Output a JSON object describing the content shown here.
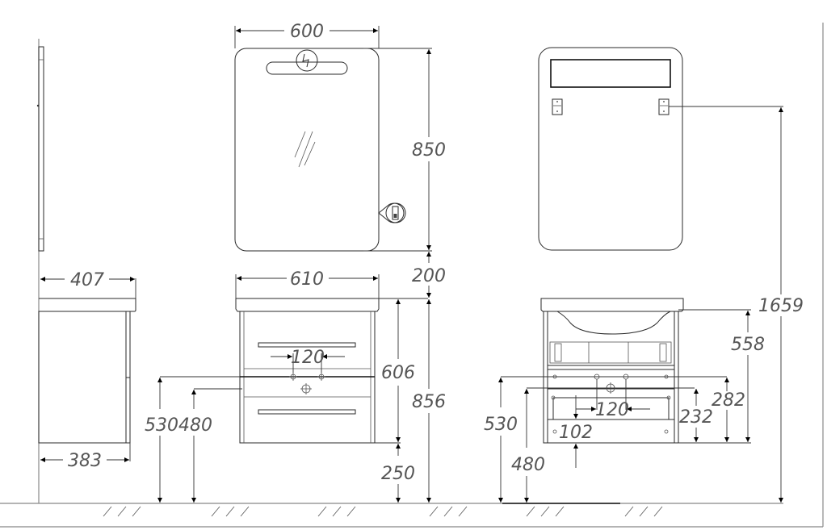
{
  "drawing": {
    "title": "Mirror cabinet and vanity unit technical drawing",
    "colors": {
      "line": "#2a2a2a",
      "dimension_text": "#555555",
      "frame": "#888888",
      "background": "#ffffff"
    },
    "mirror_front": {
      "width": "600",
      "height": "850",
      "offset_to_vanity": "200",
      "icons": [
        "electric-bolt-icon",
        "mirror-glass-icon",
        "switch-icon"
      ]
    },
    "mirror_back": {
      "height_from_floor": "1659",
      "icons": [
        "wall-bracket-icon",
        "wall-bracket-icon"
      ]
    },
    "side_view": {
      "top_depth": "407",
      "base_depth": "383",
      "height_530": "530",
      "height_480": "480"
    },
    "vanity_front": {
      "width": "610",
      "drain_spacing": "120",
      "cabinet_height": "606",
      "total_height": "856",
      "floor_clearance": "250"
    },
    "vanity_back": {
      "height_530": "530",
      "height_480": "480",
      "drain_spacing": "120",
      "dim_102": "102",
      "dim_232": "232",
      "dim_282": "282",
      "dim_558": "558"
    }
  }
}
